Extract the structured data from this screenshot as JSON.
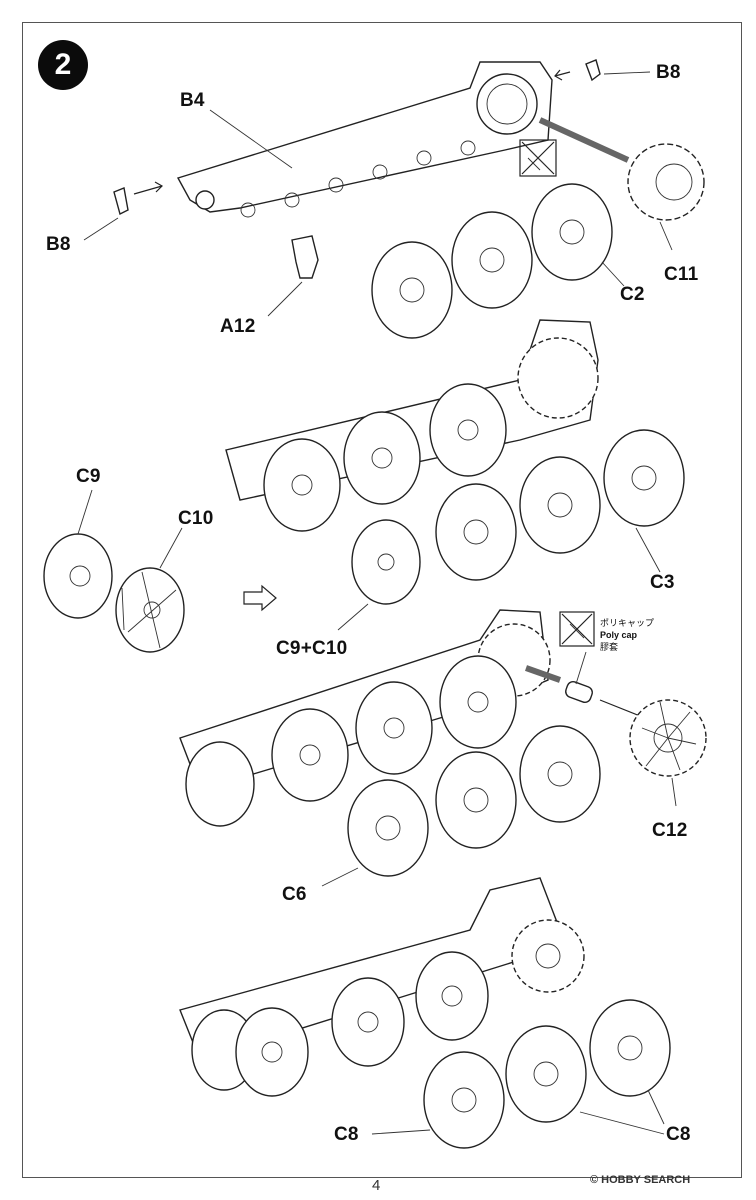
{
  "step": {
    "number": "2"
  },
  "labels": {
    "b8_top": "B8",
    "b4": "B4",
    "b8_left": "B8",
    "a12": "A12",
    "c11": "C11",
    "c2": "C2",
    "c9": "C9",
    "c10": "C10",
    "c3": "C3",
    "c9c10": "C9+C10",
    "c12": "C12",
    "c6": "C6",
    "c8_left": "C8",
    "c8_right": "C8"
  },
  "polycap": {
    "jp": "ポリキャップ",
    "en": "Poly cap",
    "zh": "膠套"
  },
  "footer": {
    "page": "4",
    "watermark": "© HOBBY SEARCH"
  },
  "icons": [
    "no-glue-icon",
    "no-glue-icon",
    "step-arrow-icon"
  ]
}
